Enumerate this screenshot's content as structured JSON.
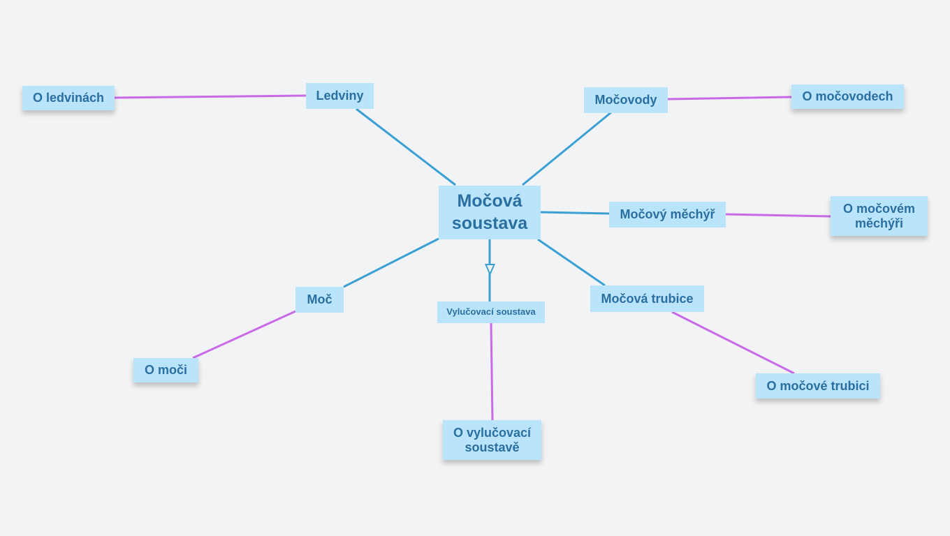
{
  "colors": {
    "background": "#f1f3f5",
    "node_fill": "#b9e4fb",
    "node_text": "#2a6fa0",
    "primary_link": "#3a9fd2",
    "leaf_link": "#c96ae6"
  },
  "center": {
    "label": "Močová soustava"
  },
  "branches": {
    "ledviny": "Ledviny",
    "mocovody": "Močovody",
    "mocovy_mechyr": "Močový měchýř",
    "moc": "Moč",
    "vylucovaci_soustava": "Vylučovací soustava",
    "mocova_trubice": "Močová trubice"
  },
  "notes": {
    "o_ledvinach": "O ledvinách",
    "o_mocovodech": "O močovodech",
    "o_mocovem_mechyri": "O močovém měchýři",
    "o_moci": "O moči",
    "o_vylucovaci_soustave": "O vylučovací soustavě",
    "o_mocove_trubici": "O močové trubici"
  }
}
